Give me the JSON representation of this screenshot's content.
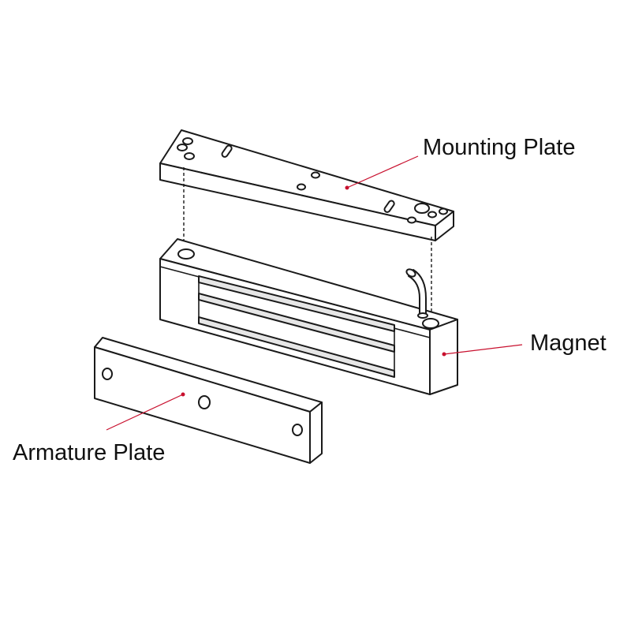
{
  "labels": {
    "mounting_plate": "Mounting Plate",
    "magnet": "Magnet",
    "armature_plate": "Armature Plate"
  },
  "colors": {
    "leader": "#c8102e",
    "line": "#1a1a1a",
    "text": "#111111"
  }
}
